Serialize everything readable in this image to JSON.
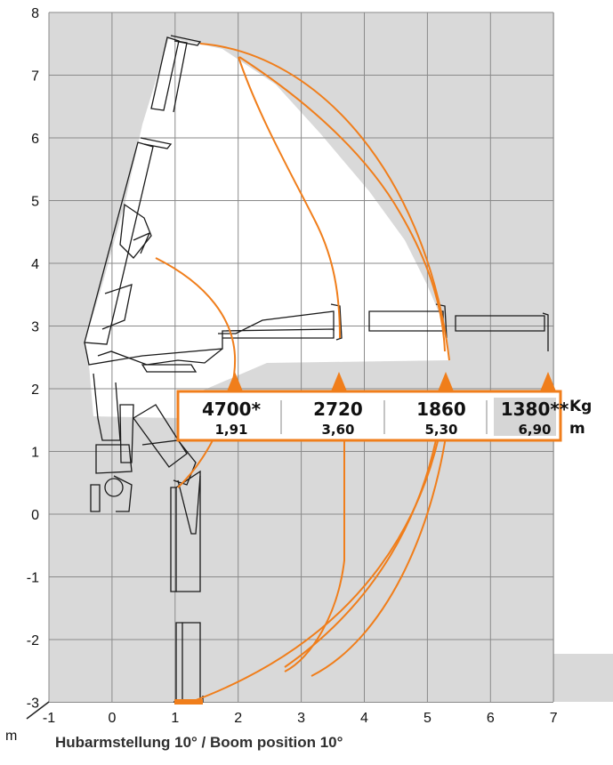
{
  "chart": {
    "y_ticks": [
      "8",
      "7",
      "6",
      "5",
      "4",
      "3",
      "2",
      "1",
      "0",
      "-1",
      "-2",
      "-3"
    ],
    "x_ticks": [
      "-1",
      "0",
      "1",
      "2",
      "3",
      "4",
      "5",
      "6",
      "7"
    ],
    "unit_label": "m",
    "unit_kg": "Kg",
    "unit_m": "m"
  },
  "capacities": [
    {
      "load": "4700*",
      "reach": "1,91",
      "highlight": false
    },
    {
      "load": "2720",
      "reach": "3,60",
      "highlight": false
    },
    {
      "load": "1860",
      "reach": "5,30",
      "highlight": false
    },
    {
      "load": "1380**",
      "reach": "6,90",
      "highlight": true
    }
  ],
  "caption": "Hubarmstellung 10° / Boom position 10°",
  "colors": {
    "grid_background": "#d9d9d9",
    "grid_line": "#8a8a8a",
    "envelope_white": "#ffffff",
    "accent_orange": "#f07e1b",
    "crane_line": "#1a1a1a",
    "highlight_cell": "#d6d6d6"
  }
}
